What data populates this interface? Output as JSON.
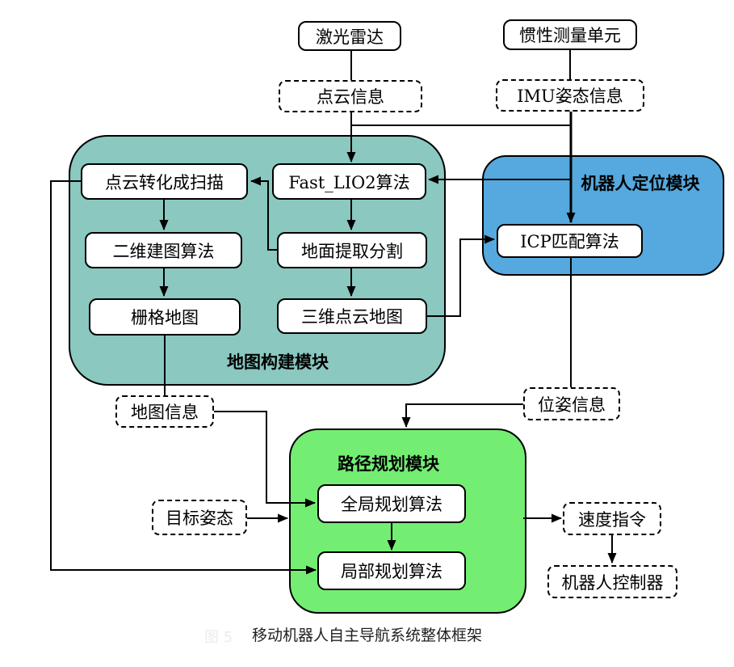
{
  "diagram": {
    "caption": "移动机器人自主导航系统整体框架",
    "watermark": "图 5",
    "colors": {
      "mapping_module": "#8ac8c0",
      "localization_module": "#55a9de",
      "planning_module": "#73ee73",
      "line": "#000000",
      "node_fill": "#ffffff"
    },
    "modules": {
      "mapping": {
        "label": "地图构建模块"
      },
      "localization": {
        "label": "机器人定位模块"
      },
      "planning": {
        "label": "路径规划模块"
      }
    },
    "nodes": {
      "lidar": {
        "label": "激光雷达"
      },
      "imu": {
        "label": "惯性测量单元"
      },
      "pointcloud_info": {
        "label": "点云信息"
      },
      "imu_pose_info": {
        "label": "IMU姿态信息"
      },
      "cloud_to_scan": {
        "label": "点云转化成扫描"
      },
      "fast_lio2": {
        "label": "Fast_LIO2算法"
      },
      "mapping_2d": {
        "label": "二维建图算法"
      },
      "ground_extraction": {
        "label": "地面提取分割"
      },
      "grid_map": {
        "label": "栅格地图"
      },
      "cloud_map_3d": {
        "label": "三维点云地图"
      },
      "icp": {
        "label": "ICP匹配算法"
      },
      "map_info": {
        "label": "地图信息"
      },
      "pose_info": {
        "label": "位姿信息"
      },
      "goal_pose": {
        "label": "目标姿态"
      },
      "global_planner": {
        "label": "全局规划算法"
      },
      "local_planner": {
        "label": "局部规划算法"
      },
      "velocity_cmd": {
        "label": "速度指令"
      },
      "robot_controller": {
        "label": "机器人控制器"
      }
    }
  }
}
